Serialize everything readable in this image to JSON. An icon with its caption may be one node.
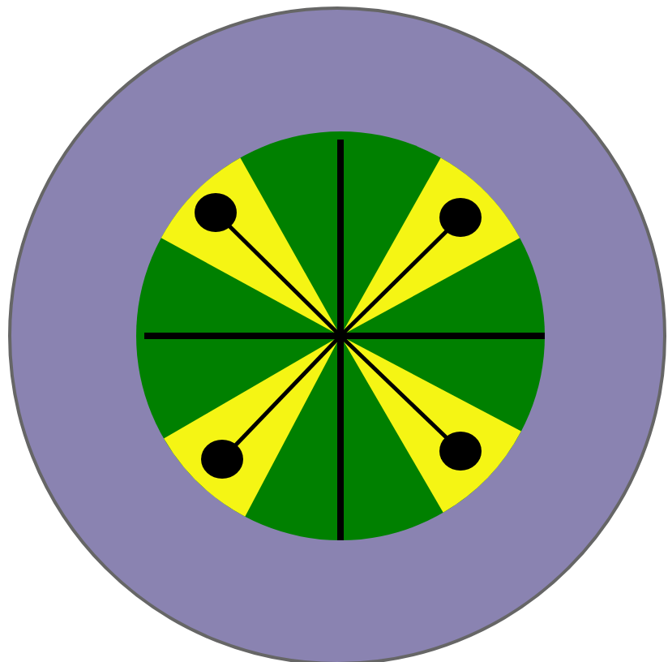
{
  "diagram": {
    "nodes": [
      {
        "text": [],
        "shape": "circle"
      },
      {
        "text": [],
        "shape": "circle",
        "in": 0
      },
      {
        "text": [],
        "shape": "circle",
        "in": 1
      },
      {
        "text": [],
        "shape": "circle",
        "in": 1
      },
      {
        "text": [],
        "shape": "circle",
        "in": 1
      },
      {
        "text": [],
        "shape": "circle",
        "in": 1
      }
    ]
  }
}
